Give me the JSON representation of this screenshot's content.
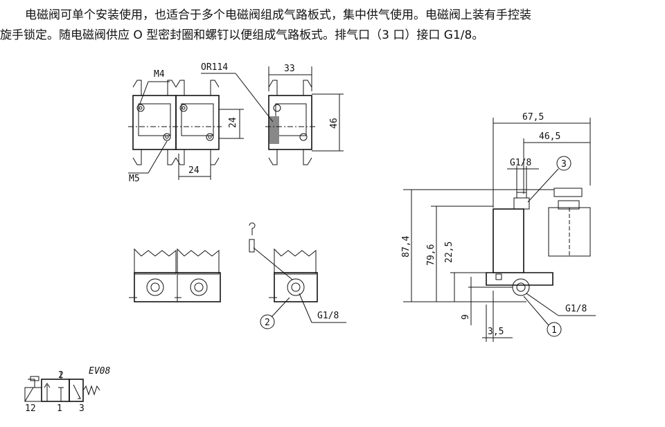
{
  "description": {
    "line1": "电磁阀可单个安装使用，也适合于多个电磁阀组成气路板式，集中供气使用。电磁阀上装有手控装",
    "line2": "旋手锁定。随电磁阀供应 O 型密封圈和螺钉以便组成气路板式。排气口（3 口）接口 G1/8。"
  },
  "top_view": {
    "m4": "M4",
    "or114": "OR114",
    "m5": "M5",
    "dim_pitch_v": "24",
    "dim_pitch_h": "24",
    "dim_width": "33",
    "dim_height": "46"
  },
  "front_view": {
    "port_label": "G1/8",
    "callout_2": "2"
  },
  "side_view": {
    "dim_67_5": "67,5",
    "dim_46_5": "46,5",
    "g18_top": "G1/8",
    "callout_3": "3",
    "dim_87_4": "87,4",
    "dim_79_6": "79,6",
    "dim_22_5": "22,5",
    "dim_9": "9",
    "dim_3_5": "3,5",
    "g18_bottom": "G1/8",
    "callout_1": "1"
  },
  "symbol": {
    "model": "EV08",
    "port_2": "2",
    "port_12": "12",
    "port_1": "1",
    "port_3": "3"
  }
}
